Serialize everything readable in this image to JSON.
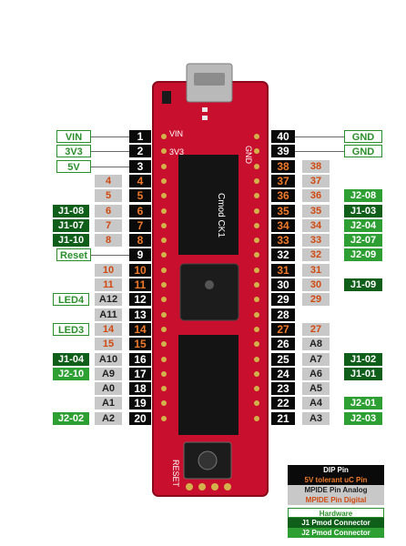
{
  "pins_left": [
    {
      "dip": "1",
      "dip_style": "dip",
      "func": "",
      "func_style": "",
      "hw": "VIN",
      "hw_style": "hw"
    },
    {
      "dip": "2",
      "dip_style": "dip",
      "func": "",
      "func_style": "",
      "hw": "3V3",
      "hw_style": "hw"
    },
    {
      "dip": "3",
      "dip_style": "dip",
      "func": "",
      "func_style": "",
      "hw": "5V",
      "hw_style": "hw"
    },
    {
      "dip": "4",
      "dip_style": "uc5",
      "func": "4",
      "func_style": "dig",
      "hw": "",
      "hw_style": ""
    },
    {
      "dip": "5",
      "dip_style": "uc5",
      "func": "5",
      "func_style": "dig",
      "hw": "",
      "hw_style": ""
    },
    {
      "dip": "6",
      "dip_style": "uc5",
      "func": "6",
      "func_style": "dig",
      "hw": "J1-08",
      "hw_style": "j1"
    },
    {
      "dip": "7",
      "dip_style": "uc5",
      "func": "7",
      "func_style": "dig",
      "hw": "J1-07",
      "hw_style": "j1"
    },
    {
      "dip": "8",
      "dip_style": "uc5",
      "func": "8",
      "func_style": "dig",
      "hw": "J1-10",
      "hw_style": "j1"
    },
    {
      "dip": "9",
      "dip_style": "dip",
      "func": "",
      "func_style": "",
      "hw": "Reset",
      "hw_style": "hw"
    },
    {
      "dip": "10",
      "dip_style": "uc5",
      "func": "10",
      "func_style": "dig",
      "hw": "",
      "hw_style": ""
    },
    {
      "dip": "11",
      "dip_style": "uc5",
      "func": "11",
      "func_style": "dig",
      "hw": "",
      "hw_style": ""
    },
    {
      "dip": "12",
      "dip_style": "dip",
      "func": "A12",
      "func_style": "ana",
      "hw": "LED4",
      "hw_style": "hw"
    },
    {
      "dip": "13",
      "dip_style": "dip",
      "func": "A11",
      "func_style": "ana",
      "hw": "",
      "hw_style": ""
    },
    {
      "dip": "14",
      "dip_style": "uc5",
      "func": "14",
      "func_style": "dig",
      "hw": "LED3",
      "hw_style": "hw"
    },
    {
      "dip": "15",
      "dip_style": "uc5",
      "func": "15",
      "func_style": "dig",
      "hw": "",
      "hw_style": ""
    },
    {
      "dip": "16",
      "dip_style": "dip",
      "func": "A10",
      "func_style": "ana",
      "hw": "J1-04",
      "hw_style": "j1"
    },
    {
      "dip": "17",
      "dip_style": "dip",
      "func": "A9",
      "func_style": "ana",
      "hw": "J2-10",
      "hw_style": "j2"
    },
    {
      "dip": "18",
      "dip_style": "dip",
      "func": "A0",
      "func_style": "ana",
      "hw": "",
      "hw_style": ""
    },
    {
      "dip": "19",
      "dip_style": "dip",
      "func": "A1",
      "func_style": "ana",
      "hw": "",
      "hw_style": ""
    },
    {
      "dip": "20",
      "dip_style": "dip",
      "func": "A2",
      "func_style": "ana",
      "hw": "J2-02",
      "hw_style": "j2"
    }
  ],
  "pins_right": [
    {
      "dip": "40",
      "dip_style": "dip",
      "func": "",
      "func_style": "",
      "hw": "GND",
      "hw_style": "hw"
    },
    {
      "dip": "39",
      "dip_style": "dip",
      "func": "",
      "func_style": "",
      "hw": "GND",
      "hw_style": "hw"
    },
    {
      "dip": "38",
      "dip_style": "uc5",
      "func": "38",
      "func_style": "dig",
      "hw": "",
      "hw_style": ""
    },
    {
      "dip": "37",
      "dip_style": "uc5",
      "func": "37",
      "func_style": "dig",
      "hw": "",
      "hw_style": ""
    },
    {
      "dip": "36",
      "dip_style": "uc5",
      "func": "36",
      "func_style": "dig",
      "hw": "J2-08",
      "hw_style": "j2"
    },
    {
      "dip": "35",
      "dip_style": "uc5",
      "func": "35",
      "func_style": "dig",
      "hw": "J1-03",
      "hw_style": "j1"
    },
    {
      "dip": "34",
      "dip_style": "uc5",
      "func": "34",
      "func_style": "dig",
      "hw": "J2-04",
      "hw_style": "j2"
    },
    {
      "dip": "33",
      "dip_style": "uc5",
      "func": "33",
      "func_style": "dig",
      "hw": "J2-07",
      "hw_style": "j2"
    },
    {
      "dip": "32",
      "dip_style": "dip",
      "func": "32",
      "func_style": "dig",
      "hw": "J2-09",
      "hw_style": "j2"
    },
    {
      "dip": "31",
      "dip_style": "uc5",
      "func": "31",
      "func_style": "dig",
      "hw": "",
      "hw_style": ""
    },
    {
      "dip": "30",
      "dip_style": "dip",
      "func": "30",
      "func_style": "dig",
      "hw": "J1-09",
      "hw_style": "j1"
    },
    {
      "dip": "29",
      "dip_style": "dip",
      "func": "29",
      "func_style": "dig",
      "hw": "",
      "hw_style": ""
    },
    {
      "dip": "28",
      "dip_style": "dip",
      "func": "",
      "func_style": "",
      "hw": "",
      "hw_style": ""
    },
    {
      "dip": "27",
      "dip_style": "uc5",
      "func": "27",
      "func_style": "dig",
      "hw": "",
      "hw_style": ""
    },
    {
      "dip": "26",
      "dip_style": "dip",
      "func": "A8",
      "func_style": "ana",
      "hw": "",
      "hw_style": ""
    },
    {
      "dip": "25",
      "dip_style": "dip",
      "func": "A7",
      "func_style": "ana",
      "hw": "J1-02",
      "hw_style": "j1"
    },
    {
      "dip": "24",
      "dip_style": "dip",
      "func": "A6",
      "func_style": "ana",
      "hw": "J1-01",
      "hw_style": "j1"
    },
    {
      "dip": "23",
      "dip_style": "dip",
      "func": "A5",
      "func_style": "ana",
      "hw": "",
      "hw_style": ""
    },
    {
      "dip": "22",
      "dip_style": "dip",
      "func": "A4",
      "func_style": "ana",
      "hw": "J2-01",
      "hw_style": "j2"
    },
    {
      "dip": "21",
      "dip_style": "dip",
      "func": "A3",
      "func_style": "ana",
      "hw": "J2-03",
      "hw_style": "j2"
    }
  ],
  "board": {
    "label_left_pins": [
      "VIN",
      "3V3"
    ],
    "label_right_top": "GND",
    "title": "Cmod CK1",
    "reset_label": "RESET"
  },
  "legend": {
    "dip": "DIP Pin",
    "uc5": "5V tolerant uC Pin",
    "ana": "MPIDE Pin Analog",
    "dig": "MPIDE Pin Digital",
    "hw": "Hardware",
    "j1": "J1 Pmod Connector",
    "j2": "J2 Pmod Connector"
  },
  "colors": {
    "board_red": "#c8102e",
    "dip_black": "#0a0a0a",
    "uc5_orange": "#f07a2a",
    "grey": "#c8c8c8",
    "j1_dark_green": "#0f5e1a",
    "j2_green": "#2ea033"
  }
}
